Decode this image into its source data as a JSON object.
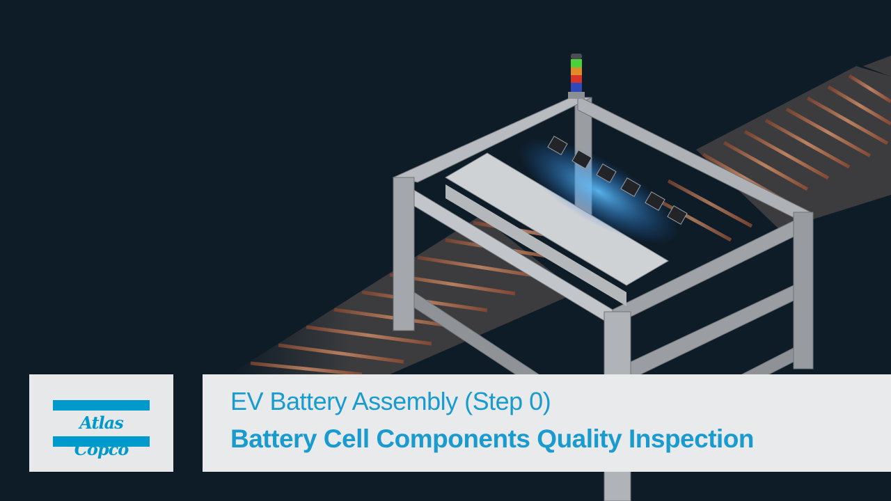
{
  "colors": {
    "background": "#0e1c27",
    "brand_blue": "#0099cc",
    "title_blue": "#1a9bd0",
    "panel_bg": "#e8eaec",
    "belt": "#3c3c3e",
    "copper": "#b86e4a",
    "frame": "#a9adb2",
    "glow": "#3fa9ff"
  },
  "logo": {
    "brand_name": "Atlas Copco",
    "icon": "atlas-copco-logo"
  },
  "title": {
    "line1": "EV Battery Assembly (Step 0)",
    "line2": "Battery Cell Components Quality Inspection"
  },
  "illustration": {
    "subject": "inspection-machine-over-conveyor",
    "signal_tower_lights": [
      "#4dd13a",
      "#e08a2a",
      "#d8352a",
      "#3048b8"
    ]
  }
}
